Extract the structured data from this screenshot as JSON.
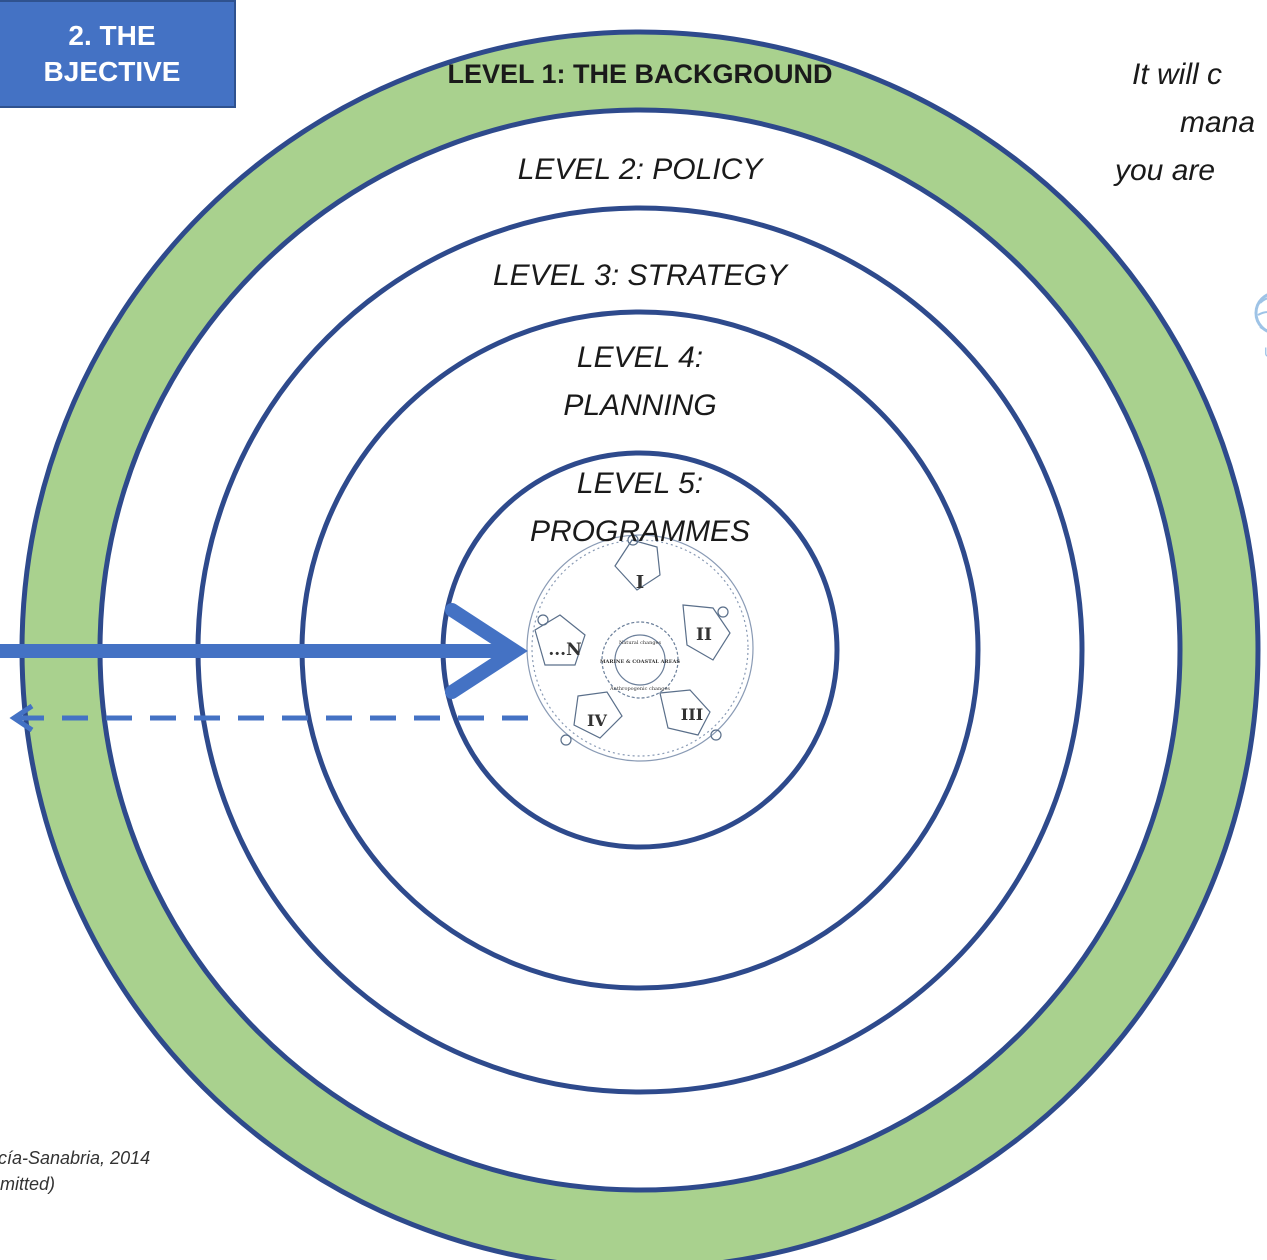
{
  "title_box": {
    "line1": "2. THE",
    "line2": "BJECTIVE"
  },
  "levels": {
    "level1": "LEVEL 1: THE BACKGROUND",
    "level2": "LEVEL 2: POLICY",
    "level3": "LEVEL 3: STRATEGY",
    "level4_line1": "LEVEL 4:",
    "level4_line2": "PLANNING",
    "level5_line1": "LEVEL 5:",
    "level5_line2": "PROGRAMMES"
  },
  "side_note": {
    "line1": "It will c",
    "line2": "mana",
    "line3": "you are"
  },
  "citation": {
    "line1": "cía-Sanabria, 2014",
    "line2": "mitted)"
  },
  "cycle_diagram": {
    "labels": [
      "I",
      "II",
      "III",
      "IV",
      "...N"
    ],
    "center_label": "MARINE & COASTAL AREAS",
    "center_top": "Natural changes",
    "center_bottom": "Anthropogenic changes"
  },
  "colors": {
    "ring_stroke": "#2e4a8c",
    "outer_band": "#a9d18e",
    "accent_blue": "#4472c4",
    "title_box_fill": "#4472c4"
  }
}
